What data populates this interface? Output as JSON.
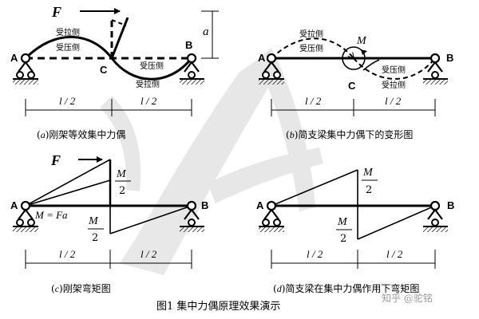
{
  "figure_caption": "图1  集中力偶原理效果演示",
  "watermark": "知乎 @驼铭",
  "side_labels": {
    "tension": "受拉侧",
    "compression": "受压侧"
  },
  "panel_a": {
    "caption_letter": "a",
    "caption_text": "刚架等效集中力偶",
    "node_left": "A",
    "node_mid": "C",
    "node_right": "B",
    "force": "F",
    "offset": "a",
    "span_left": "l / 2",
    "span_right": "l / 2"
  },
  "panel_b": {
    "caption_letter": "b",
    "caption_text": "简支梁集中力偶下的变形图",
    "node_left": "A",
    "node_mid": "C",
    "node_right": "B",
    "moment": "M",
    "span_left": "l / 2",
    "span_right": "l / 2"
  },
  "panel_c": {
    "caption_letter": "c",
    "caption_text": "刚架弯矩图",
    "node_left": "A",
    "node_right": "B",
    "force": "F",
    "moment_eq": "M = Fa",
    "frac_num": "M",
    "frac_den": "2",
    "span_left": "l / 2",
    "span_right": "l / 2"
  },
  "panel_d": {
    "caption_letter": "d",
    "caption_text": "简支梁在集中力偶作用下弯矩图",
    "node_left": "A",
    "node_right": "B",
    "frac_num": "M",
    "frac_den": "2",
    "span_left": "l / 2",
    "span_right": "l / 2"
  }
}
